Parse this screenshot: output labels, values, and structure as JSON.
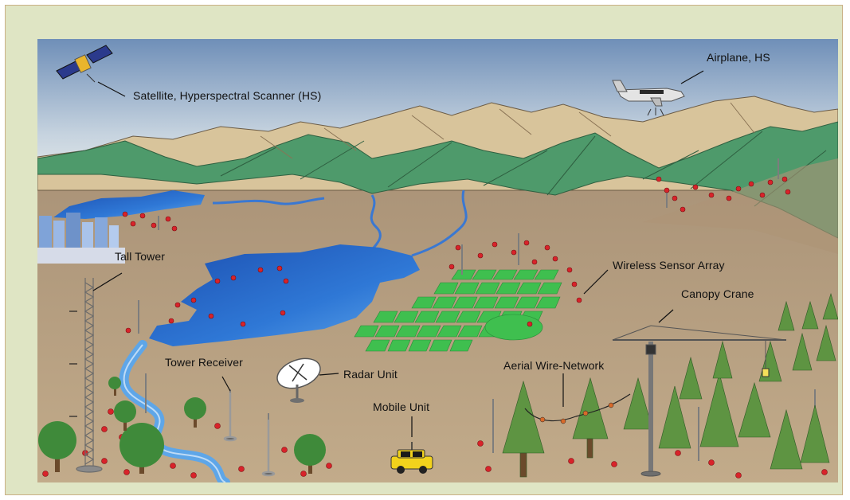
{
  "labels": {
    "satellite": "Satellite, Hyperspectral Scanner (HS)",
    "airplane": "Airplane, HS",
    "tall_tower": "Tall Tower",
    "wireless_sensor_array": "Wireless Sensor Array",
    "canopy_crane": "Canopy Crane",
    "tower_receiver": "Tower Receiver",
    "radar_unit": "Radar Unit",
    "aerial_wire_network": "Aerial Wire-Network",
    "mobile_unit": "Mobile Unit"
  },
  "colors": {
    "sky_top": "#6f8fb8",
    "sky_bottom": "#e9eef0",
    "ground": "#b79f80",
    "mountain_tan": "#d8c49b",
    "forest_green": "#4e9a6b",
    "water": "#2e6fd0",
    "sensor_grid": "#3fbf4f",
    "sensor_node": "#d8232a",
    "frame": "#dfe5c4"
  }
}
